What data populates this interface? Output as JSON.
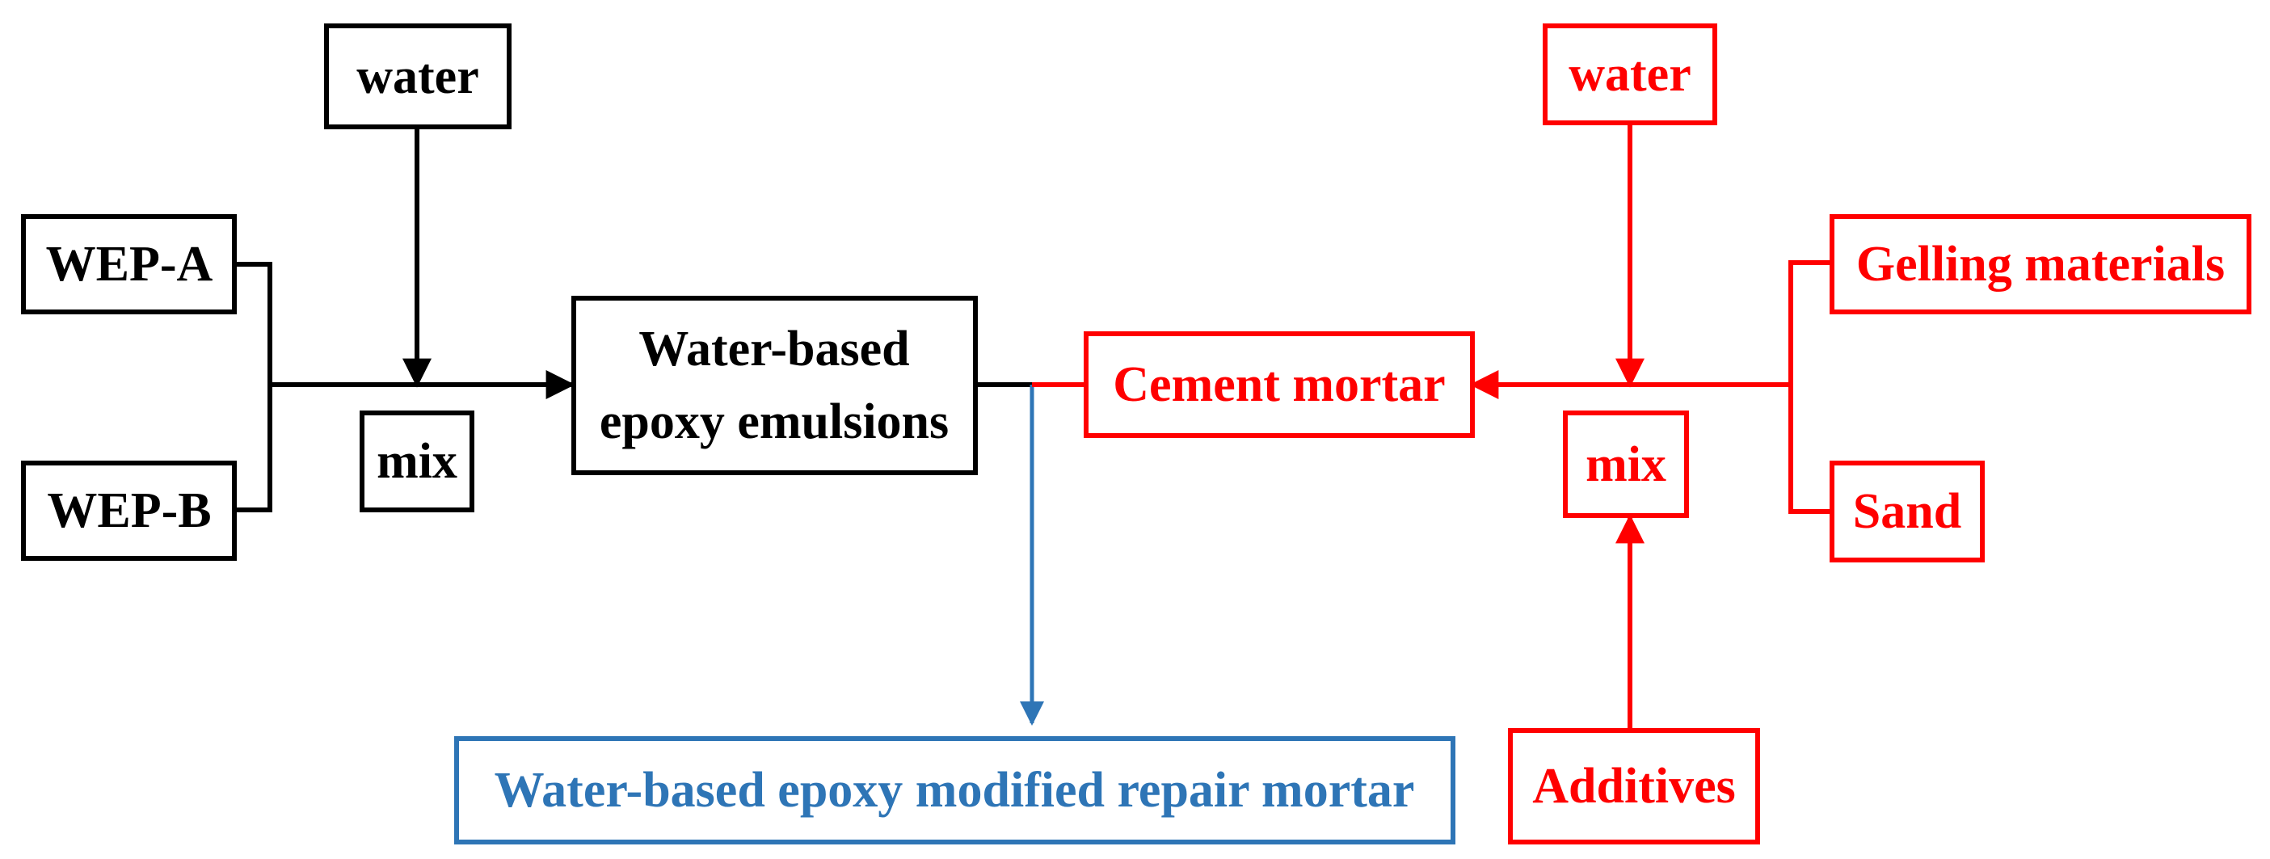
{
  "colors": {
    "black": "#000000",
    "red": "#ff0000",
    "blue": "#2e75b6"
  },
  "nodes": {
    "water_left": "water",
    "wep_a": "WEP-A",
    "wep_b": "WEP-B",
    "mix_left": "mix",
    "emulsions_line1": "Water-based",
    "emulsions_line2": "epoxy emulsions",
    "cement_mortar": "Cement mortar",
    "water_right": "water",
    "mix_right": "mix",
    "gelling_materials": "Gelling materials",
    "sand": "Sand",
    "additives": "Additives",
    "repair_mortar": "Water-based epoxy modified repair mortar"
  }
}
